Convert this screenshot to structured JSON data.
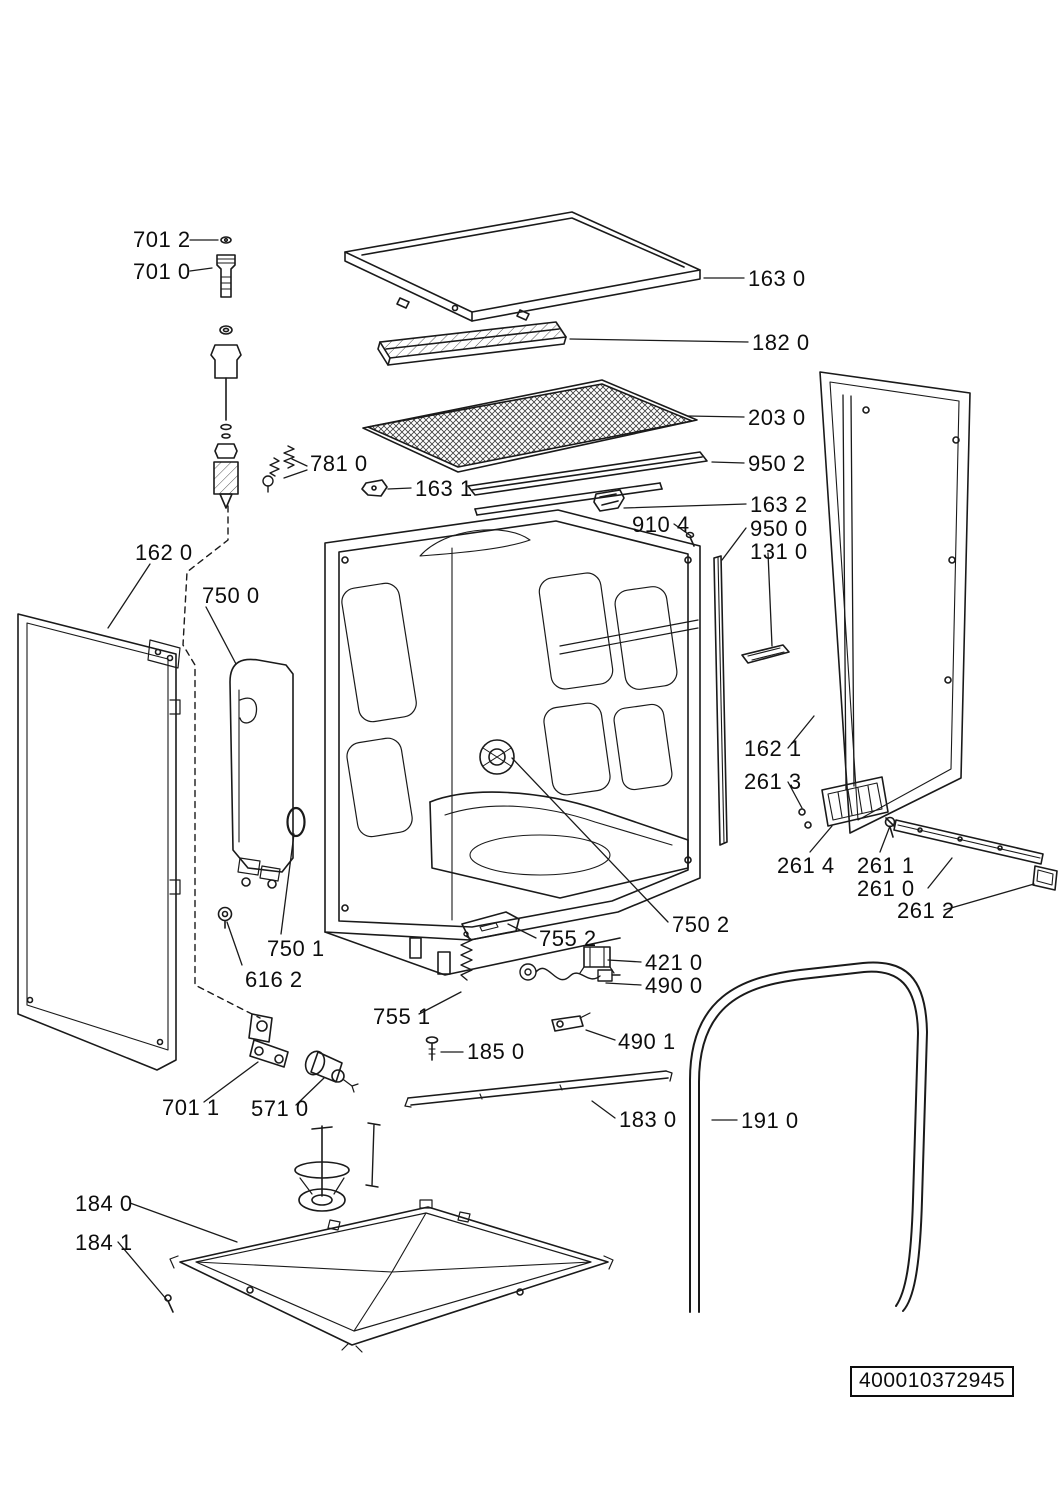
{
  "diagram": {
    "doc_number": "400010372945",
    "type": "exploded-parts-diagram",
    "colors": {
      "line": "#1a1a1a",
      "background": "#ffffff"
    }
  },
  "labels": [
    {
      "id": "701-2",
      "text": "701 2"
    },
    {
      "id": "701-0",
      "text": "701 0"
    },
    {
      "id": "163-0",
      "text": "163 0"
    },
    {
      "id": "182-0",
      "text": "182 0"
    },
    {
      "id": "203-0",
      "text": "203 0"
    },
    {
      "id": "950-2",
      "text": "950 2"
    },
    {
      "id": "781-0",
      "text": "781 0"
    },
    {
      "id": "163-1",
      "text": "163 1"
    },
    {
      "id": "163-2",
      "text": "163 2"
    },
    {
      "id": "910-4",
      "text": "910 4"
    },
    {
      "id": "950-0",
      "text": "950 0"
    },
    {
      "id": "131-0",
      "text": "131 0"
    },
    {
      "id": "162-0",
      "text": "162 0"
    },
    {
      "id": "750-0",
      "text": "750 0"
    },
    {
      "id": "162-1",
      "text": "162 1"
    },
    {
      "id": "261-3",
      "text": "261 3"
    },
    {
      "id": "261-4",
      "text": "261 4"
    },
    {
      "id": "261-1",
      "text": "261 1"
    },
    {
      "id": "261-0",
      "text": "261 0"
    },
    {
      "id": "261-2",
      "text": "261 2"
    },
    {
      "id": "750-2",
      "text": "750 2"
    },
    {
      "id": "755-2",
      "text": "755 2"
    },
    {
      "id": "750-1",
      "text": "750 1"
    },
    {
      "id": "421-0",
      "text": "421 0"
    },
    {
      "id": "616-2",
      "text": "616 2"
    },
    {
      "id": "490-0",
      "text": "490 0"
    },
    {
      "id": "755-1",
      "text": "755 1"
    },
    {
      "id": "490-1",
      "text": "490 1"
    },
    {
      "id": "185-0",
      "text": "185 0"
    },
    {
      "id": "701-1",
      "text": "701 1"
    },
    {
      "id": "571-0",
      "text": "571 0"
    },
    {
      "id": "183-0",
      "text": "183 0"
    },
    {
      "id": "191-0",
      "text": "191 0"
    },
    {
      "id": "184-0",
      "text": "184 0"
    },
    {
      "id": "184-1",
      "text": "184 1"
    }
  ]
}
